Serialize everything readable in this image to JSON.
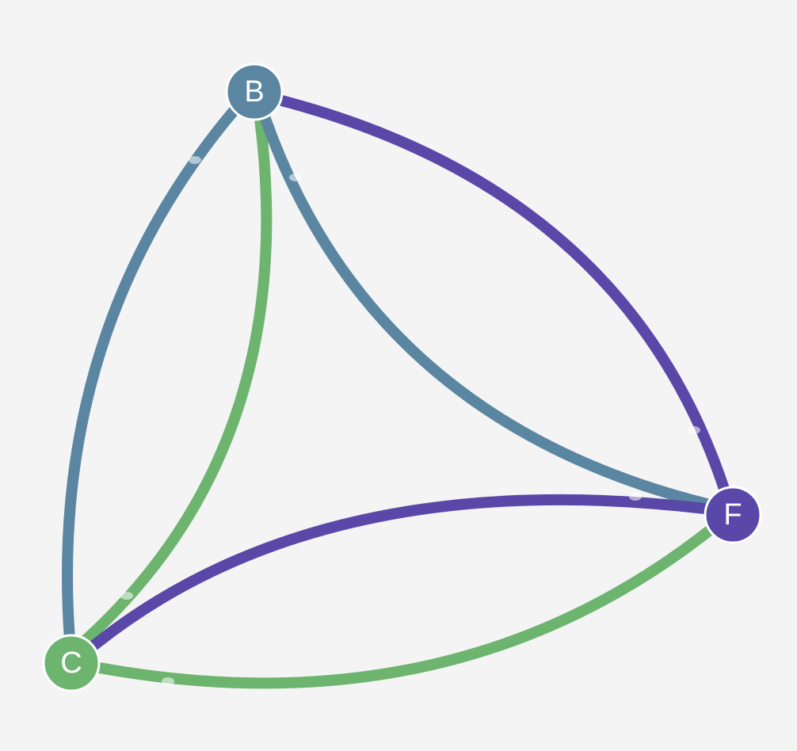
{
  "graph": {
    "colors": {
      "background": "#f4f4f5",
      "blue": "#5a86a2",
      "green": "#6db56f",
      "purple": "#5a48a8"
    },
    "nodes": [
      {
        "id": "B",
        "label": "B",
        "color": "blue"
      },
      {
        "id": "F",
        "label": "F",
        "color": "purple"
      },
      {
        "id": "C",
        "label": "C",
        "color": "green"
      }
    ],
    "edges": [
      {
        "source": "B",
        "target": "C",
        "color": "blue"
      },
      {
        "source": "B",
        "target": "C",
        "color": "green"
      },
      {
        "source": "B",
        "target": "F",
        "color": "purple"
      },
      {
        "source": "B",
        "target": "F",
        "color": "blue"
      },
      {
        "source": "C",
        "target": "F",
        "color": "purple"
      },
      {
        "source": "C",
        "target": "F",
        "color": "green"
      }
    ]
  }
}
